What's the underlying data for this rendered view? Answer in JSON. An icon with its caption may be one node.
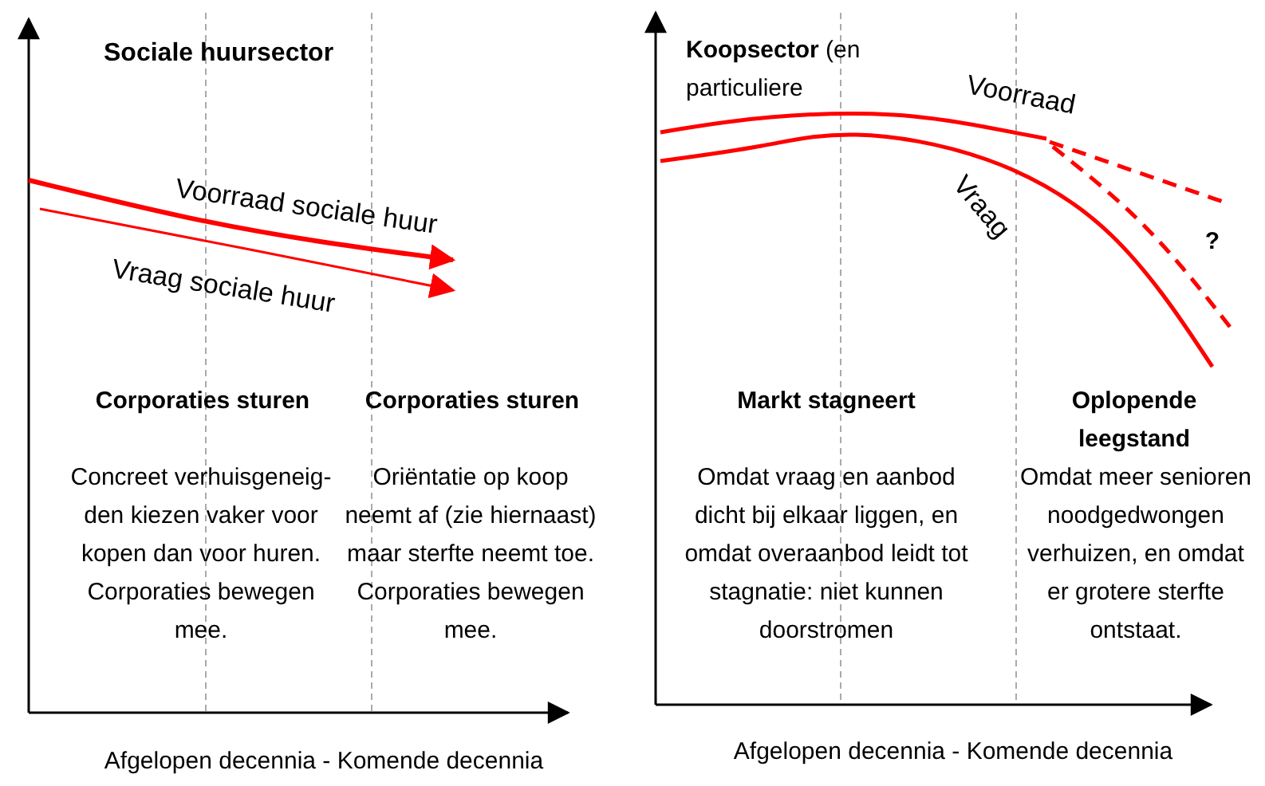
{
  "diagram": {
    "labels": [
      "Sociale huursector",
      "Voorraad sociale huur",
      "Vraag sociale huur",
      "Corporaties sturen",
      "Concreet verhuisgeneig-den kiezen vaker voor kopen dan voor huren. Corporaties bewegen mee.",
      "Corporaties sturen",
      "Oriëntatie op koop neemt af (zie hiernaast) maar sterfte neemt toe. Corporaties bewegen mee.",
      "Afgelopen decennia - Komende decennia",
      "**Koopsector** (en particuliere",
      "Voorraad",
      "Vraag",
      "?",
      "Markt stagneert",
      "Omdat vraag en aanbod dicht bij elkaar liggen, en omdat overaanbod leidt tot stagnatie: niet kunnen doorstromen",
      "Oplopende leegstand",
      "Omdat meer senioren noodgedwongen verhuizen, en omdat er grotere sterfte ontstaat.",
      "Afgelopen decennia  - Komende decennia"
    ]
  }
}
